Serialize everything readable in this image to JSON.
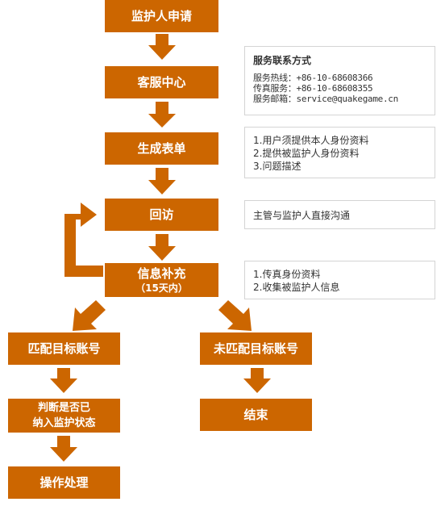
{
  "colors": {
    "node_fill": "#cc6600",
    "node_text": "#ffffff",
    "note_border": "#d4d4d4"
  },
  "nodes": {
    "apply": "监护人申请",
    "service_center": "客服中心",
    "form": "生成表单",
    "revisit": "回访",
    "supplement": "信息补充",
    "supplement_sub": "（15天内）",
    "match": "匹配目标账号",
    "nomatch": "未匹配目标账号",
    "judge_line1": "判断是否已",
    "judge_line2": "纳入监护状态",
    "operate": "操作处理",
    "end": "结束"
  },
  "notes": {
    "contact": {
      "title": "服务联系方式",
      "lines": [
        "服务热线：+86-10-68608366",
        "传真服务：+86-10-68608355",
        "服务邮箱：service@quakegame.cn"
      ]
    },
    "form": [
      "1.用户须提供本人身份资料",
      "2.提供被监护人身份资料",
      "3.问题描述"
    ],
    "revisit": [
      "主管与监护人直接沟通"
    ],
    "supplement": [
      "1.传真身份资料",
      "2.收集被监护人信息"
    ]
  }
}
